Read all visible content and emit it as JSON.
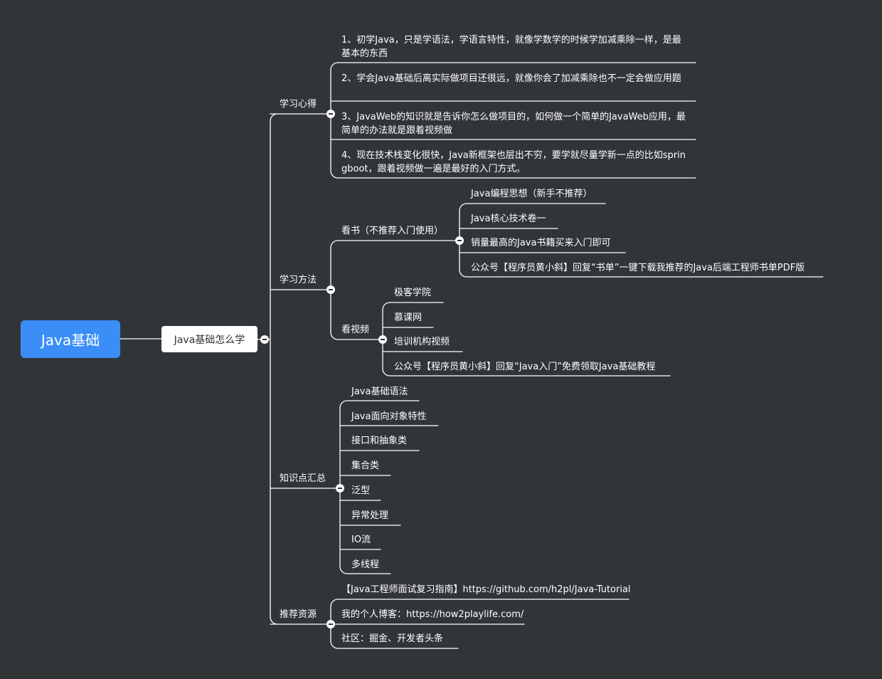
{
  "root": {
    "label": "Java基础"
  },
  "center": {
    "label": "Java基础怎么学"
  },
  "colors": {
    "background": "#323538",
    "root": "#3a8ef6",
    "line": "#ffffff"
  },
  "branches": {
    "xinde": {
      "label": "学习心得",
      "items": [
        "1、初学Java，只是学语法，学语言特性，就像学数学的时候学加减乘除一样，是最基本的东西",
        "2、学会Java基础后离实际做项目还很远，就像你会了加减乘除也不一定会做应用题",
        "3、JavaWeb的知识就是告诉你怎么做项目的，如何做一个简单的JavaWeb应用，最简单的办法就是跟着视频做",
        "4、现在技术栈变化很快，Java新框架也层出不穷，要学就尽量学新一点的比如springboot，跟着视频做一遍是最好的入门方式。"
      ]
    },
    "fangfa": {
      "label": "学习方法",
      "book": {
        "label": "看书（不推荐入门使用）",
        "items": [
          "Java编程思想（新手不推荐）",
          "Java核心技术卷一",
          "销量最高的Java书籍买来入门即可",
          "公众号【程序员黄小斜】回复“书单”一键下载我推荐的Java后端工程师书单PDF版"
        ]
      },
      "video": {
        "label": "看视频",
        "items": [
          "极客学院",
          "慕课网",
          "培训机构视频",
          "公众号【程序员黄小斜】回复“Java入门”免费领取Java基础教程"
        ]
      }
    },
    "zhishi": {
      "label": "知识点汇总",
      "items": [
        "Java基础语法",
        "Java面向对象特性",
        "接口和抽象类",
        "集合类",
        "泛型",
        "异常处理",
        "IO流",
        "多线程"
      ]
    },
    "ziyuan": {
      "label": "推荐资源",
      "items": [
        "【Java工程师面试复习指南】https://github.com/h2pl/Java-Tutorial",
        "我的个人博客：https://how2playlife.com/",
        "社区：掘金、开发者头条"
      ]
    }
  }
}
